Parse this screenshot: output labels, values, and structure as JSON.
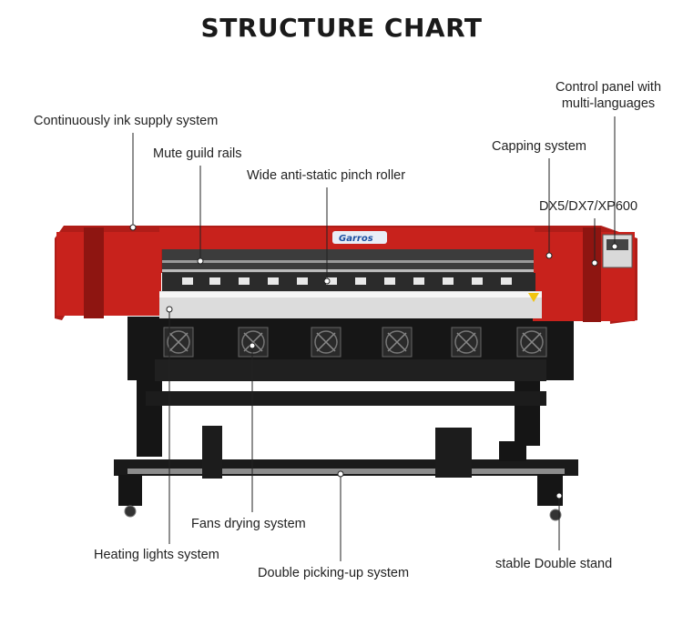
{
  "title": "STRUCTURE CHART",
  "brand": "Garros",
  "labels": {
    "control_panel_line1": "Control panel with",
    "control_panel_line2": "multi-languages",
    "ink_supply": "Continuously ink supply system",
    "guide_rails": "Mute guild rails",
    "pinch_roller": "Wide anti-static pinch roller",
    "capping": "Capping system",
    "heads": "DX5/DX7/XP600",
    "fans": "Fans drying system",
    "heating": "Heating lights system",
    "picking_up": "Double picking-up system",
    "stand": "stable Double stand"
  },
  "colors": {
    "housing_red": "#c8221c",
    "housing_dark_red": "#8e1511",
    "frame_black": "#151515",
    "leader_line": "#222222"
  }
}
